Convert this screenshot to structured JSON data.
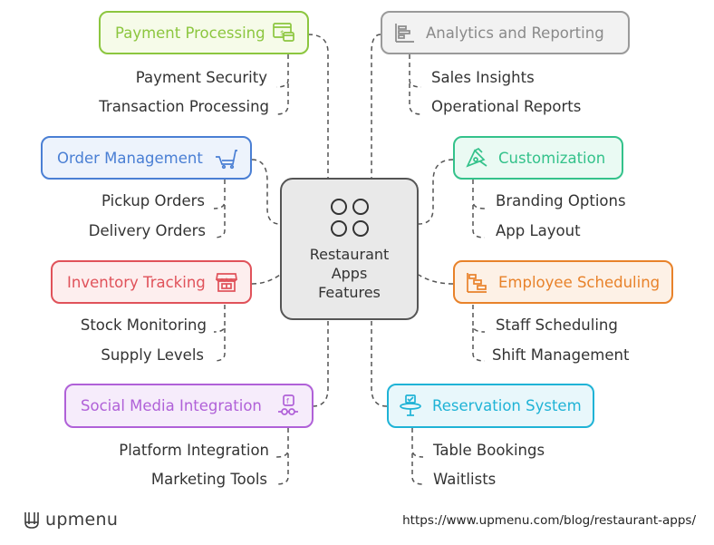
{
  "center": {
    "lines": [
      "Restaurant",
      "Apps",
      "Features"
    ]
  },
  "nodes": {
    "payment": {
      "label": "Payment Processing",
      "color": "#8cc63f",
      "bg": "#f6fbe9",
      "icon": "payment-icon",
      "subs": [
        "Payment Security",
        "Transaction Processing"
      ]
    },
    "analytics": {
      "label": "Analytics and Reporting",
      "color": "#9a9a9a",
      "bg": "#f2f2f2",
      "icon": "analytics-icon",
      "subs": [
        "Sales Insights",
        "Operational Reports"
      ]
    },
    "order": {
      "label": "Order Management",
      "color": "#4a7fd4",
      "bg": "#edf3fc",
      "icon": "cart-icon",
      "subs": [
        "Pickup Orders",
        "Delivery Orders"
      ]
    },
    "customization": {
      "label": "Customization",
      "color": "#34c28b",
      "bg": "#eafaf3",
      "icon": "customization-icon",
      "subs": [
        "Branding Options",
        "App Layout"
      ]
    },
    "inventory": {
      "label": "Inventory Tracking",
      "color": "#e0525a",
      "bg": "#fdeeee",
      "icon": "store-icon",
      "subs": [
        "Stock Monitoring",
        "Supply Levels"
      ]
    },
    "employee": {
      "label": "Employee Scheduling",
      "color": "#e8822a",
      "bg": "#fdf1e6",
      "icon": "schedule-icon",
      "subs": [
        "Staff Scheduling",
        "Shift Management"
      ]
    },
    "social": {
      "label": "Social Media Integration",
      "color": "#b061d8",
      "bg": "#f6ecfb",
      "icon": "social-icon",
      "subs": [
        "Platform Integration",
        "Marketing Tools"
      ]
    },
    "reservation": {
      "label": "Reservation System",
      "color": "#1fb3d6",
      "bg": "#e8f7fb",
      "icon": "reservation-icon",
      "subs": [
        "Table Bookings",
        "Waitlists"
      ]
    }
  },
  "footer": {
    "brand": "upmenu",
    "url": "https://www.upmenu.com/blog/restaurant-apps/"
  }
}
